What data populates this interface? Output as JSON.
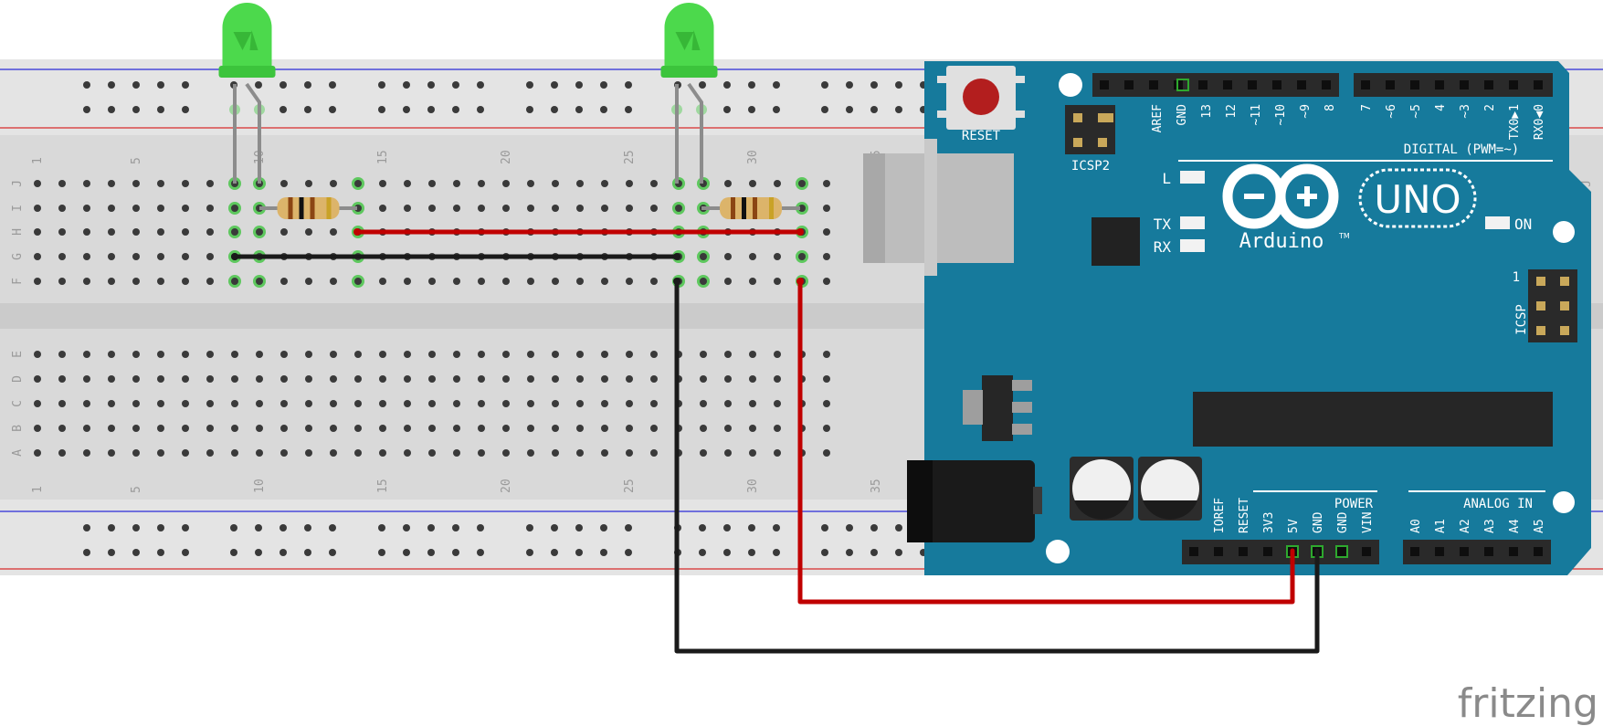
{
  "breadboard": {
    "row_labels_top": [
      "J",
      "I",
      "H",
      "G",
      "F"
    ],
    "row_labels_bottom": [
      "E",
      "D",
      "C",
      "B",
      "A"
    ],
    "column_numbers": [
      "1",
      "5",
      "10",
      "15",
      "20",
      "25",
      "30",
      "35"
    ],
    "colors": {
      "body": "#d9d9d9",
      "rail": "#e6e6e6",
      "blue_line": "#2b2bd6",
      "red_line": "#d62b2b",
      "hole": "#3a3a3a",
      "active_hole": "#5ec85e"
    }
  },
  "components": {
    "leds": [
      {
        "color": "#4cd94c"
      },
      {
        "color": "#4cd94c"
      }
    ],
    "resistors": [
      {
        "bands": [
          "#8b4513",
          "#111111",
          "#8b4513",
          "#c9a227"
        ]
      },
      {
        "bands": [
          "#8b4513",
          "#111111",
          "#8b4513",
          "#c9a227"
        ]
      }
    ]
  },
  "wires": {
    "red": "#c00000",
    "black": "#1a1a1a"
  },
  "arduino": {
    "board_color": "#167a9c",
    "reset_label": "RESET",
    "icsp2_label": "ICSP2",
    "icsp_label": "ICSP",
    "icsp_pin1": "1",
    "digital_label": "DIGITAL (PWM=~)",
    "digital_pins_left": [
      "AREF",
      "GND",
      "13",
      "12",
      "~11",
      "~10",
      "~9",
      "8"
    ],
    "digital_pins_right": [
      "7",
      "~6",
      "~5",
      "4",
      "~3",
      "2",
      "TX0▶1",
      "RX0◀0"
    ],
    "led_l": "L",
    "led_tx": "TX",
    "led_rx": "RX",
    "on_label": "ON",
    "uno_label": "UNO",
    "brand": "Arduino",
    "brand_tm": "TM",
    "power_label": "POWER",
    "power_pins": [
      "IOREF",
      "RESET",
      "3V3",
      "5V",
      "GND",
      "GND",
      "VIN"
    ],
    "analog_label": "ANALOG IN",
    "analog_pins": [
      "A0",
      "A1",
      "A2",
      "A3",
      "A4",
      "A5"
    ]
  },
  "watermark": "fritzing"
}
